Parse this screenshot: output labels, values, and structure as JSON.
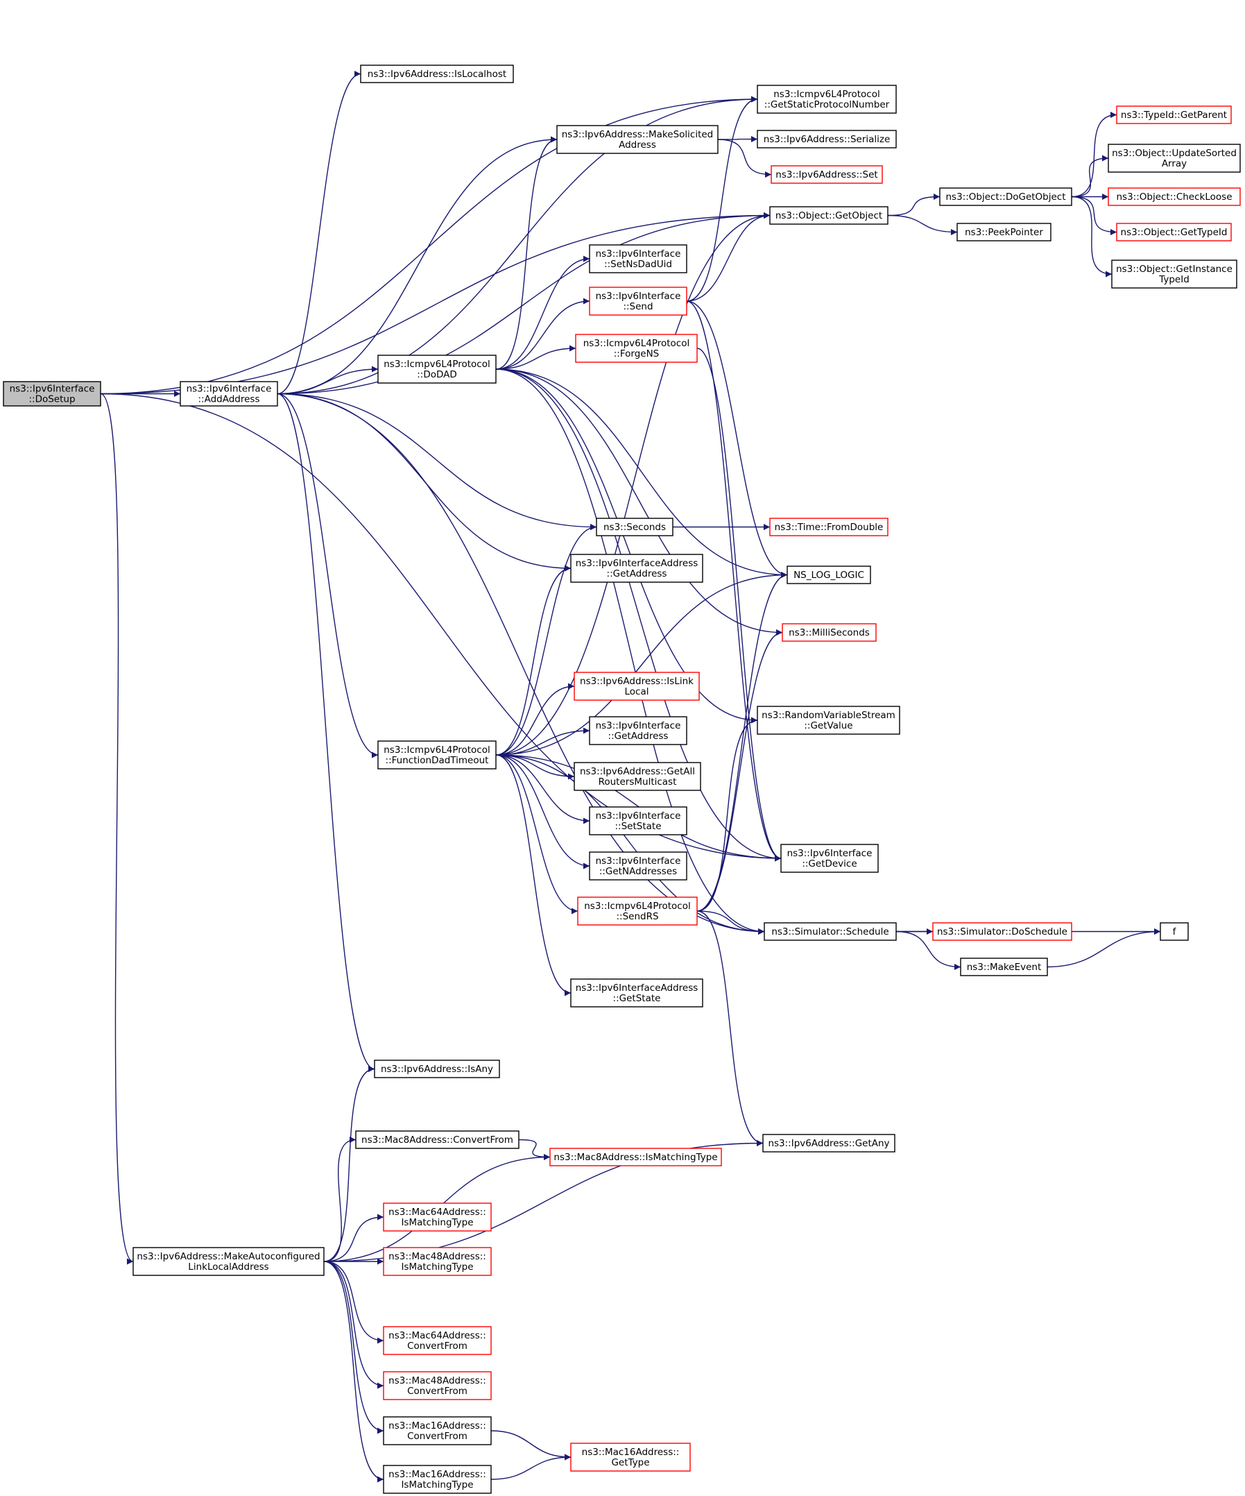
{
  "colors": {
    "edge": "#191970",
    "root_fill": "#bfbfbf",
    "border": "#000000",
    "truncated_border": "#ff0000"
  },
  "nodes": {
    "doSetup": {
      "lines": [
        "ns3::Ipv6Interface",
        "::DoSetup"
      ],
      "kind": "root"
    },
    "addAddress": {
      "lines": [
        "ns3::Ipv6Interface",
        "::AddAddress"
      ],
      "kind": "black"
    },
    "isLocalhost": {
      "lines": [
        "ns3::Ipv6Address::IsLocalhost"
      ],
      "kind": "black"
    },
    "getStaticProto": {
      "lines": [
        "ns3::Icmpv6L4Protocol",
        "::GetStaticProtocolNumber"
      ],
      "kind": "black"
    },
    "makeSolicited": {
      "lines": [
        "ns3::Ipv6Address::MakeSolicited",
        "Address"
      ],
      "kind": "black"
    },
    "serialize": {
      "lines": [
        "ns3::Ipv6Address::Serialize"
      ],
      "kind": "black"
    },
    "addrSet": {
      "lines": [
        "ns3::Ipv6Address::Set"
      ],
      "kind": "red"
    },
    "getObject": {
      "lines": [
        "ns3::Object::GetObject"
      ],
      "kind": "black"
    },
    "doGetObject": {
      "lines": [
        "ns3::Object::DoGetObject"
      ],
      "kind": "black"
    },
    "peekPointer": {
      "lines": [
        "ns3::PeekPointer"
      ],
      "kind": "black"
    },
    "getParent": {
      "lines": [
        "ns3::TypeId::GetParent"
      ],
      "kind": "red"
    },
    "updateSorted": {
      "lines": [
        "ns3::Object::UpdateSorted",
        "Array"
      ],
      "kind": "black"
    },
    "checkLoose": {
      "lines": [
        "ns3::Object::CheckLoose"
      ],
      "kind": "red"
    },
    "getTypeId": {
      "lines": [
        "ns3::Object::GetTypeId"
      ],
      "kind": "red"
    },
    "getInstanceTypeId": {
      "lines": [
        "ns3::Object::GetInstance",
        "TypeId"
      ],
      "kind": "black"
    },
    "setNsDadUid": {
      "lines": [
        "ns3::Ipv6Interface",
        "::SetNsDadUid"
      ],
      "kind": "black"
    },
    "send": {
      "lines": [
        "ns3::Ipv6Interface",
        "::Send"
      ],
      "kind": "red"
    },
    "forgeNS": {
      "lines": [
        "ns3::Icmpv6L4Protocol",
        "::ForgeNS"
      ],
      "kind": "red"
    },
    "doDAD": {
      "lines": [
        "ns3::Icmpv6L4Protocol",
        "::DoDAD"
      ],
      "kind": "black"
    },
    "seconds": {
      "lines": [
        "ns3::Seconds"
      ],
      "kind": "black"
    },
    "fromDouble": {
      "lines": [
        "ns3::Time::FromDouble"
      ],
      "kind": "red"
    },
    "ifaceAddrGetAddress": {
      "lines": [
        "ns3::Ipv6InterfaceAddress",
        "::GetAddress"
      ],
      "kind": "black"
    },
    "nsLogLogic": {
      "lines": [
        "NS_LOG_LOGIC"
      ],
      "kind": "black"
    },
    "milliSeconds": {
      "lines": [
        "ns3::MilliSeconds"
      ],
      "kind": "red"
    },
    "isLinkLocal": {
      "lines": [
        "ns3::Ipv6Address::IsLink",
        "Local"
      ],
      "kind": "red"
    },
    "ifaceGetAddress": {
      "lines": [
        "ns3::Ipv6Interface",
        "::GetAddress"
      ],
      "kind": "black"
    },
    "rvsGetValue": {
      "lines": [
        "ns3::RandomVariableStream",
        "::GetValue"
      ],
      "kind": "black"
    },
    "funcDadTimeout": {
      "lines": [
        "ns3::Icmpv6L4Protocol",
        "::FunctionDadTimeout"
      ],
      "kind": "black"
    },
    "getAllRouters": {
      "lines": [
        "ns3::Ipv6Address::GetAll",
        "RoutersMulticast"
      ],
      "kind": "black"
    },
    "setState": {
      "lines": [
        "ns3::Ipv6Interface",
        "::SetState"
      ],
      "kind": "black"
    },
    "getNAddresses": {
      "lines": [
        "ns3::Ipv6Interface",
        "::GetNAddresses"
      ],
      "kind": "black"
    },
    "getDevice": {
      "lines": [
        "ns3::Ipv6Interface",
        "::GetDevice"
      ],
      "kind": "black"
    },
    "sendRS": {
      "lines": [
        "ns3::Icmpv6L4Protocol",
        "::SendRS"
      ],
      "kind": "red"
    },
    "schedule": {
      "lines": [
        "ns3::Simulator::Schedule"
      ],
      "kind": "black"
    },
    "doSchedule": {
      "lines": [
        "ns3::Simulator::DoSchedule"
      ],
      "kind": "red"
    },
    "f": {
      "lines": [
        "f"
      ],
      "kind": "black"
    },
    "makeEvent": {
      "lines": [
        "ns3::MakeEvent"
      ],
      "kind": "black"
    },
    "ifaceAddrGetState": {
      "lines": [
        "ns3::Ipv6InterfaceAddress",
        "::GetState"
      ],
      "kind": "black"
    },
    "isAny": {
      "lines": [
        "ns3::Ipv6Address::IsAny"
      ],
      "kind": "black"
    },
    "mac8ConvertFrom": {
      "lines": [
        "ns3::Mac8Address::ConvertFrom"
      ],
      "kind": "black"
    },
    "mac8IsMatching": {
      "lines": [
        "ns3::Mac8Address::IsMatchingType"
      ],
      "kind": "red"
    },
    "getAny": {
      "lines": [
        "ns3::Ipv6Address::GetAny"
      ],
      "kind": "black"
    },
    "mac64IsMatching": {
      "lines": [
        "ns3::Mac64Address::",
        "IsMatchingType"
      ],
      "kind": "red"
    },
    "makeAutoconf": {
      "lines": [
        "ns3::Ipv6Address::MakeAutoconfigured",
        "LinkLocalAddress"
      ],
      "kind": "black"
    },
    "mac48IsMatching": {
      "lines": [
        "ns3::Mac48Address::",
        "IsMatchingType"
      ],
      "kind": "red"
    },
    "mac64ConvertFrom": {
      "lines": [
        "ns3::Mac64Address::",
        "ConvertFrom"
      ],
      "kind": "red"
    },
    "mac48ConvertFrom": {
      "lines": [
        "ns3::Mac48Address::",
        "ConvertFrom"
      ],
      "kind": "red"
    },
    "mac16ConvertFrom": {
      "lines": [
        "ns3::Mac16Address::",
        "ConvertFrom"
      ],
      "kind": "black"
    },
    "mac16GetType": {
      "lines": [
        "ns3::Mac16Address::",
        "GetType"
      ],
      "kind": "red"
    },
    "mac16IsMatching": {
      "lines": [
        "ns3::Mac16Address::",
        "IsMatchingType"
      ],
      "kind": "black"
    }
  },
  "edges": [
    [
      "doSetup",
      "addAddress"
    ],
    [
      "doSetup",
      "getStaticProto"
    ],
    [
      "doSetup",
      "getObject"
    ],
    [
      "doSetup",
      "getDevice"
    ],
    [
      "doSetup",
      "makeAutoconf"
    ],
    [
      "addAddress",
      "isLocalhost"
    ],
    [
      "addAddress",
      "getStaticProto"
    ],
    [
      "addAddress",
      "makeSolicited"
    ],
    [
      "addAddress",
      "getObject"
    ],
    [
      "addAddress",
      "doDAD"
    ],
    [
      "addAddress",
      "seconds"
    ],
    [
      "addAddress",
      "ifaceAddrGetAddress"
    ],
    [
      "addAddress",
      "funcDadTimeout"
    ],
    [
      "addAddress",
      "schedule"
    ],
    [
      "addAddress",
      "isAny"
    ],
    [
      "makeSolicited",
      "serialize"
    ],
    [
      "makeSolicited",
      "addrSet"
    ],
    [
      "getObject",
      "doGetObject"
    ],
    [
      "getObject",
      "peekPointer"
    ],
    [
      "doGetObject",
      "getParent"
    ],
    [
      "doGetObject",
      "updateSorted"
    ],
    [
      "doGetObject",
      "checkLoose"
    ],
    [
      "doGetObject",
      "getTypeId"
    ],
    [
      "doGetObject",
      "getInstanceTypeId"
    ],
    [
      "doDAD",
      "makeSolicited"
    ],
    [
      "doDAD",
      "setNsDadUid"
    ],
    [
      "doDAD",
      "send"
    ],
    [
      "doDAD",
      "forgeNS"
    ],
    [
      "doDAD",
      "nsLogLogic"
    ],
    [
      "doDAD",
      "milliSeconds"
    ],
    [
      "doDAD",
      "rvsGetValue"
    ],
    [
      "doDAD",
      "getDevice"
    ],
    [
      "doDAD",
      "schedule"
    ],
    [
      "send",
      "getStaticProto"
    ],
    [
      "send",
      "getObject"
    ],
    [
      "send",
      "nsLogLogic"
    ],
    [
      "send",
      "getDevice"
    ],
    [
      "forgeNS",
      "getDevice"
    ],
    [
      "seconds",
      "fromDouble"
    ],
    [
      "funcDadTimeout",
      "seconds"
    ],
    [
      "funcDadTimeout",
      "ifaceAddrGetAddress"
    ],
    [
      "funcDadTimeout",
      "getObject"
    ],
    [
      "funcDadTimeout",
      "nsLogLogic"
    ],
    [
      "funcDadTimeout",
      "isLinkLocal"
    ],
    [
      "funcDadTimeout",
      "ifaceGetAddress"
    ],
    [
      "funcDadTimeout",
      "getAllRouters"
    ],
    [
      "funcDadTimeout",
      "setState"
    ],
    [
      "funcDadTimeout",
      "getNAddresses"
    ],
    [
      "funcDadTimeout",
      "sendRS"
    ],
    [
      "funcDadTimeout",
      "schedule"
    ],
    [
      "funcDadTimeout",
      "ifaceAddrGetState"
    ],
    [
      "funcDadTimeout",
      "getDevice"
    ],
    [
      "sendRS",
      "nsLogLogic"
    ],
    [
      "sendRS",
      "milliSeconds"
    ],
    [
      "sendRS",
      "rvsGetValue"
    ],
    [
      "sendRS",
      "schedule"
    ],
    [
      "sendRS",
      "getAny"
    ],
    [
      "schedule",
      "doSchedule"
    ],
    [
      "schedule",
      "makeEvent"
    ],
    [
      "schedule",
      "f"
    ],
    [
      "makeEvent",
      "f"
    ],
    [
      "makeAutoconf",
      "isAny"
    ],
    [
      "makeAutoconf",
      "mac8ConvertFrom"
    ],
    [
      "makeAutoconf",
      "mac8IsMatching"
    ],
    [
      "makeAutoconf",
      "getAny"
    ],
    [
      "makeAutoconf",
      "mac64IsMatching"
    ],
    [
      "makeAutoconf",
      "mac48IsMatching"
    ],
    [
      "makeAutoconf",
      "mac64ConvertFrom"
    ],
    [
      "makeAutoconf",
      "mac48ConvertFrom"
    ],
    [
      "makeAutoconf",
      "mac16ConvertFrom"
    ],
    [
      "makeAutoconf",
      "mac16IsMatching"
    ],
    [
      "mac8ConvertFrom",
      "mac8IsMatching"
    ],
    [
      "mac16ConvertFrom",
      "mac16GetType"
    ],
    [
      "mac16IsMatching",
      "mac16GetType"
    ]
  ]
}
